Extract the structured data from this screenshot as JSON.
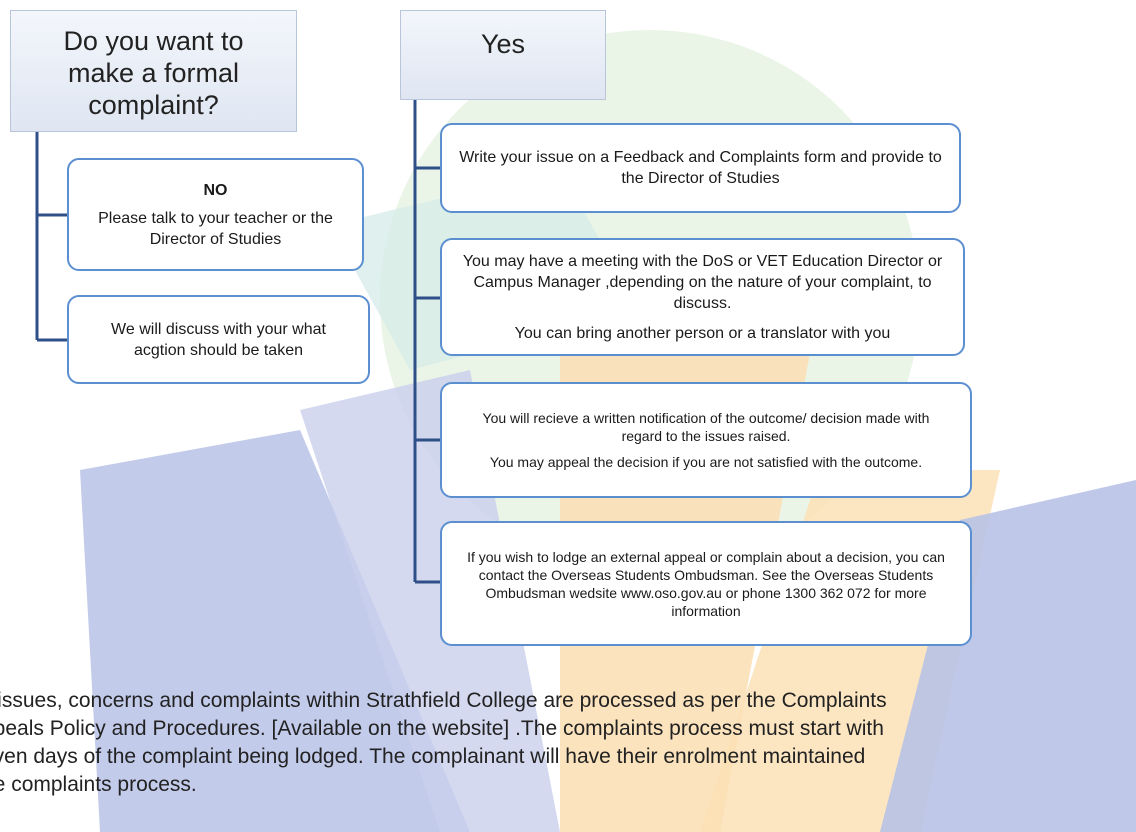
{
  "question_header": "Do you want to make a formal complaint?",
  "yes_header": "Yes",
  "no_branch": {
    "title": "NO",
    "text": "Please talk to your teacher or the Director of Studies",
    "discuss_text": "We will discuss  with your what acgtion should be taken"
  },
  "yes_steps": {
    "step1": "Write your issue on a Feedback and Complaints form and provide to the Director of Studies",
    "step2_text": "You may have a meeting with the DoS or VET Education Director or Campus Manager ,depending on the nature of your complaint, to discuss.",
    "step2_extra": "You can bring another person or a translator with you",
    "step3_text": "You will recieve a written notification of the outcome/ decision made with regard to the issues raised.",
    "step3_extra": "You may appeal the decision if you are not satisfied with the outcome.",
    "step4": "If you wish to lodge an external appeal or complain about a decision, you can contact the Overseas Students Ombudsman. See the Overseas Students Ombudsman wedsite www.oso.gov.au or phone 1300  362 072  for more information"
  },
  "footer_lines": [
    "ll issues, concerns and complaints within Strathfield College are processed as per the Complaints",
    "ppeals Policy and Procedures. [Available on the website] .The complaints process must start with",
    "even days of the complaint being lodged. The complainant will have their enrolment maintained",
    "he complaints process."
  ],
  "colors": {
    "box_border": "#5b8fd0",
    "connector": "#2f4f88",
    "watermark_blue": "#b8c2e6",
    "watermark_orange": "#fbe0b6",
    "watermark_teal": "#d5ebe8",
    "watermark_green": "#d8ecd6"
  }
}
